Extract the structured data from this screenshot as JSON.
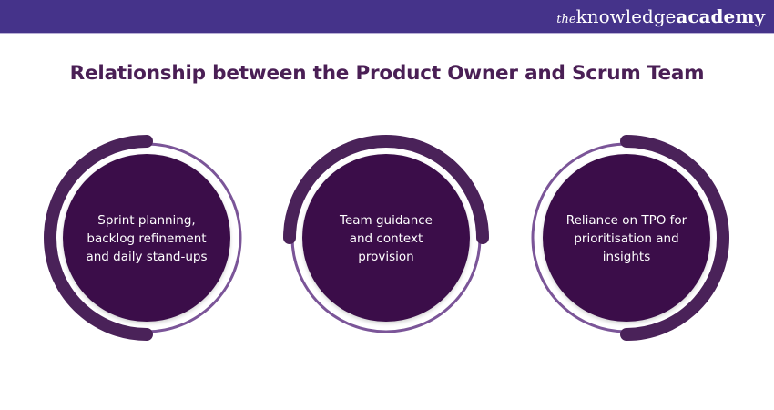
{
  "header": {
    "brand": {
      "prefix": "the",
      "part1": "knowledge",
      "part2": "academy"
    },
    "background_color": "#45338a"
  },
  "title": "Relationship between the Product Owner and Scrum Team",
  "colors": {
    "title": "#4a1f55",
    "disk": "#3a1148",
    "thick_arc": "#4a2259",
    "thin_ring": "#7b5598"
  },
  "items": [
    {
      "text": "Sprint planning, backlog refinement and daily stand-ups",
      "lines": [
        "Sprint planning,",
        "backlog refinement",
        "and daily stand-ups"
      ],
      "arc_side": "left"
    },
    {
      "text": "Team guidance and context provision",
      "lines": [
        "Team guidance",
        "and context",
        "provision"
      ],
      "arc_side": "top"
    },
    {
      "text": "Reliance on TPO for prioritisation and insights",
      "lines": [
        "Reliance on TPO for",
        "prioritisation and",
        "insights"
      ],
      "arc_side": "right"
    }
  ]
}
